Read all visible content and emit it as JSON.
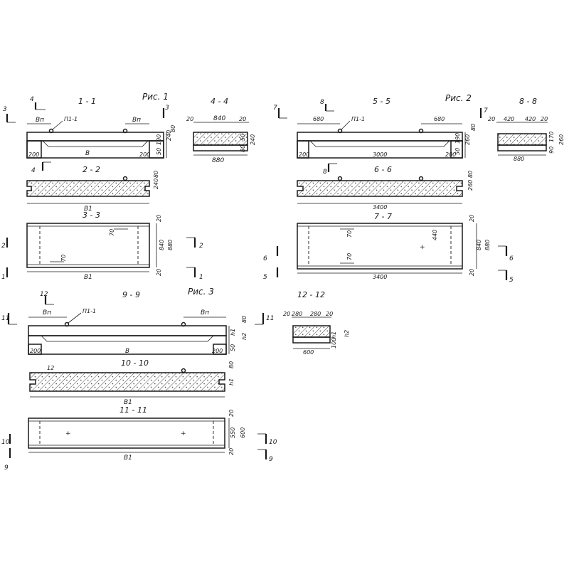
{
  "sections": {
    "s1": "1 - 1",
    "s2": "2 - 2",
    "s3": "3 - 3",
    "s4": "4 - 4",
    "s5": "5 - 5",
    "s6": "6 - 6",
    "s7": "7 - 7",
    "s8": "8 - 8",
    "s9": "9 - 9",
    "s10": "10 - 10",
    "s11": "11 - 11",
    "s12": "12 - 12"
  },
  "figures": {
    "f1": "Рис. 1",
    "f2": "Рис. 2",
    "f3": "Рис. 3"
  },
  "markers": {
    "m1": "1",
    "m2": "2",
    "m3": "3",
    "m4": "4",
    "m5": "5",
    "m6": "6",
    "m7": "7",
    "m8": "8",
    "m9": "9",
    "m10": "10",
    "m11": "11",
    "m12": "12"
  },
  "labels": {
    "loop": "П1-1",
    "bn": "Bп",
    "b": "B",
    "b1": "B1",
    "h1": "h1",
    "h2": "h2"
  },
  "dims": {
    "d20": "20",
    "d50": "50",
    "d70": "70",
    "d80": "80",
    "d90": "90",
    "d100": "100",
    "d170": "170",
    "d190": "190",
    "d200": "200",
    "d240": "240",
    "d260": "260",
    "d280": "280",
    "d420": "420",
    "d440": "440",
    "d550": "550",
    "d600": "600",
    "d680": "680",
    "d840": "840",
    "d880": "880",
    "d3000": "3000",
    "d3400": "3400"
  }
}
